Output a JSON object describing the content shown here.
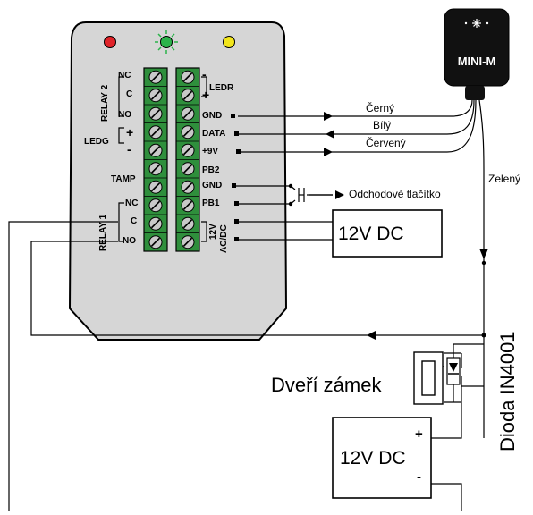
{
  "colors": {
    "panel": "#d6d6d6",
    "terminal_green": "#2f8f3c",
    "screw": "#c9c9c9",
    "led_red": "#e0242a",
    "led_green": "#2bb34a",
    "led_yellow": "#f2e51c",
    "reader_body": "#111111",
    "wire": "#000000"
  },
  "left_terminals": {
    "relay2_group": "RELAY 2",
    "relay1_group": "RELAY 1",
    "ledg_label": "LEDG",
    "ledg_plus": "+",
    "ledg_minus": "-",
    "nc_top": "NC",
    "c_top": "C",
    "no_top": "NO",
    "tamp": "TAMP",
    "nc_bottom": "NC",
    "c_bottom": "C",
    "no_bottom": "NO"
  },
  "right_terminals": {
    "ledr_label": "LEDR",
    "ledr_minus": "-",
    "ledr_plus": "+",
    "gnd_top": "GND",
    "data": "DATA",
    "plus9v": "+9V",
    "pb2": "PB2",
    "gnd_bottom": "GND",
    "pb1": "PB1",
    "power_12v": "12V",
    "power_acdc": "AC/DC"
  },
  "reader": {
    "name": "MINI-M"
  },
  "wires": {
    "cerny": "Černý",
    "bily": "Bílý",
    "cerveny": "Červený",
    "zeleny": "Zelený"
  },
  "exit_button_label": "Odchodové tlačítko",
  "psu_top_label": "12V DC",
  "door_lock_label": "Dveří zámek",
  "diode_label": "Dioda IN4001",
  "psu_bottom": {
    "label": "12V DC",
    "plus": "+",
    "minus": "-"
  }
}
